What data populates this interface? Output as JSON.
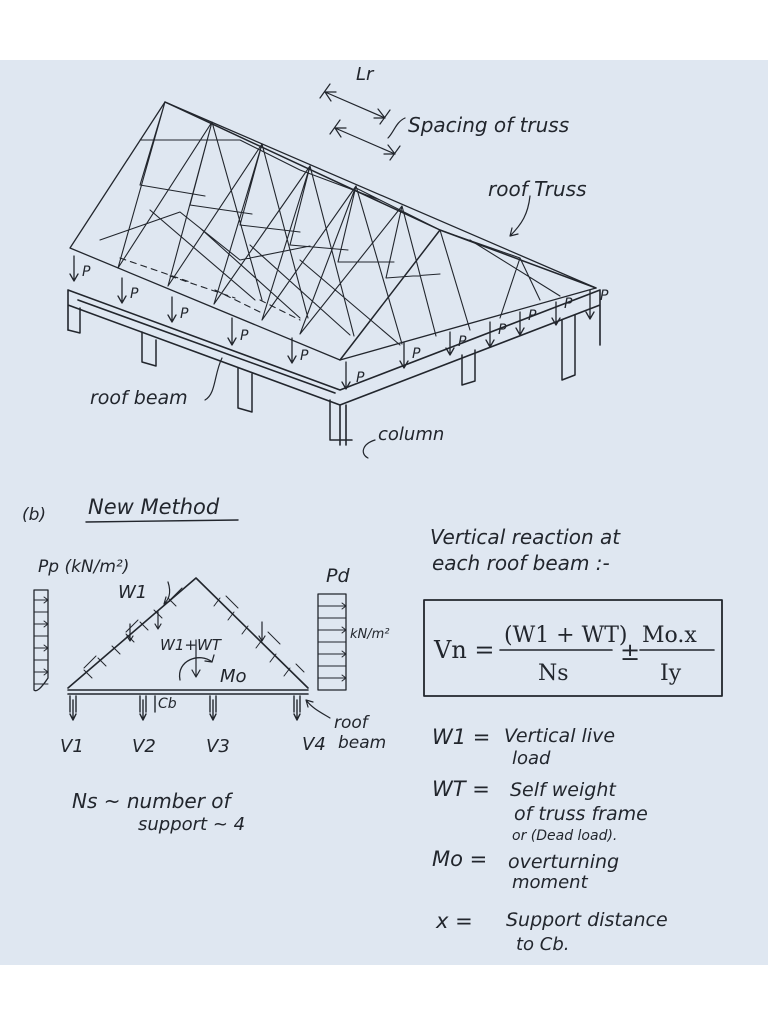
{
  "top_figure": {
    "dimension_label": "Lr",
    "spacing_label": "Spacing of truss",
    "truss_label": "roof Truss",
    "roof_beam_label": "roof beam",
    "column_label": "column",
    "load_label": "P"
  },
  "section_b": {
    "tag": "(b)",
    "title": "New Method",
    "pressure_left": "Pp (kN/m²)",
    "pressure_right": "Pd",
    "pressure_unit": "kN/m²",
    "w1_label": "W1",
    "load_sum_label": "W1+WT",
    "moment_label": "Mo",
    "centroid_label": "Cb",
    "reactions": [
      "V1",
      "V2",
      "V3",
      "V4"
    ],
    "beam_label_line1": "roof",
    "beam_label_line2": "beam",
    "ns_line1": "Ns ~ number of",
    "ns_line2": "support ~ 4"
  },
  "reaction_heading": {
    "line1": "Vertical reaction at",
    "line2": "each roof beam :-"
  },
  "formula": {
    "lhs": "Vn =",
    "num1": "(W1 + WT)",
    "den1": "Ns",
    "op": "±",
    "num2": "Mo.x",
    "den2": "Iy"
  },
  "definitions": [
    {
      "sym": "W1 =",
      "line1": "Vertical live",
      "line2": "load",
      "line3": ""
    },
    {
      "sym": "WT =",
      "line1": "Self weight",
      "line2": "of truss frame",
      "line3": "or (Dead load)."
    },
    {
      "sym": "Mo =",
      "line1": "overturning",
      "line2": "moment",
      "line3": ""
    },
    {
      "sym": "x =",
      "line1": "Support distance",
      "line2": "to Cb.",
      "line3": ""
    }
  ]
}
